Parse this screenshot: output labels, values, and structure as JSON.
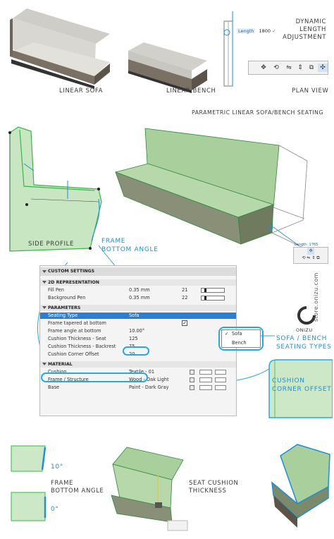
{
  "top_labels": {
    "linear_sofa": "LINEAR SOFA",
    "linear_bench": "LINEAR BENCH",
    "plan_view": "PLAN VIEW",
    "dynamic_length": [
      "DYNAMIC LENGTH",
      "ADJUSTMENT"
    ]
  },
  "plan_view": {
    "length_label": "Length",
    "length_value": "1800",
    "toolbar_icons": [
      "move-icon",
      "rotate-icon",
      "mirror-icon",
      "elevate-icon",
      "multiply-icon",
      "drag-handle-icon"
    ]
  },
  "section_title": "PARAMETRIC LINEAR SOFA/BENCH SEATING",
  "diagram_labels": {
    "side_profile": "SIDE PROFILE",
    "frame_bottom_angle": [
      "FRAME",
      "BOTTOM ANGLE"
    ],
    "seating_types": [
      "SOFA / BENCH",
      "SEATING TYPES"
    ],
    "cushion_corner_offset": [
      "CUSHION",
      "CORNER OFFSET"
    ],
    "small_length_label": "Length: 1765"
  },
  "settings": {
    "header": "CUSTOM SETTINGS",
    "sections": {
      "representation": "2D REPRESENTATION",
      "parameters": "PARAMETERS",
      "material": "MATERIAL"
    },
    "rows": {
      "fill_pen": {
        "label": "Fill Pen",
        "value": "0.35 mm",
        "num": "21"
      },
      "background_pen": {
        "label": "Background Pen",
        "value": "0.35 mm",
        "num": "22"
      },
      "seating_type": {
        "label": "Seating Type",
        "value": "Sofa"
      },
      "frame_tapered": {
        "label": "Frame tapered at bottom",
        "check": "✓"
      },
      "frame_angle": {
        "label": "Frame angle at bottom",
        "value": "10.00°"
      },
      "cushion_seat": {
        "label": "Cushion Thickness - Seat",
        "value": "125"
      },
      "cushion_back": {
        "label": "Cushion Thickness - Backrest",
        "value": "75"
      },
      "cushion_corner": {
        "label": "Cushion Corner Offset",
        "value": "20"
      },
      "cushion": {
        "label": "Cushion",
        "value": "Textile - 01"
      },
      "frame_structure": {
        "label": "Frame / Structure",
        "value": "Wood - Oak Light"
      },
      "base": {
        "label": "Base",
        "value": "Paint - Dark Gray"
      }
    },
    "dropdown_options": [
      "Sofa",
      "Bench"
    ],
    "dropdown_check": "✓"
  },
  "brand": {
    "name": "ONIZU",
    "site": "store.onizu.com"
  },
  "bottom_labels": {
    "angle_10": "10°",
    "angle_0": "0°",
    "frame_bottom_angle": [
      "FRAME",
      "BOTTOM ANGLE"
    ],
    "seat_cushion_thickness": [
      "SEAT CUSHION",
      "THICKNESS"
    ]
  },
  "colors": {
    "accent_blue": "#1e8fd6",
    "highlight_cyan": "#2aa6e0",
    "model_green": "#8fc98a",
    "wood_dark": "#6d655b",
    "cushion_gray": "#d7d5cf"
  }
}
